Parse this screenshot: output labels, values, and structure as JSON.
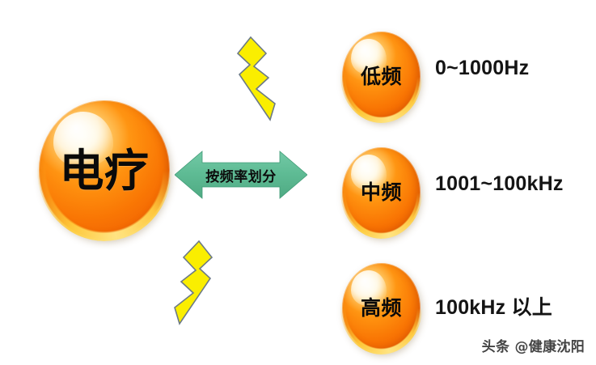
{
  "diagram": {
    "title": "电疗",
    "root": {
      "label": "电疗",
      "shape": "sphere",
      "color": "#f97604"
    },
    "divider": {
      "label": "按频率划分",
      "shape": "double-arrow",
      "color": "#5cb894"
    },
    "branches": [
      {
        "label": "低频",
        "value": "0~1000Hz",
        "color": "#f97604"
      },
      {
        "label": "中频",
        "value": "1001~100kHz",
        "color": "#f97604"
      },
      {
        "label": "高频",
        "value": "100kHz 以上",
        "color": "#f97604"
      }
    ],
    "decorations": [
      {
        "name": "lightning-bolt-upper",
        "color": "#faee00"
      },
      {
        "name": "lightning-bolt-lower",
        "color": "#faee00"
      }
    ],
    "watermark": "头条 @健康沈阳",
    "background": "#ffffff"
  }
}
